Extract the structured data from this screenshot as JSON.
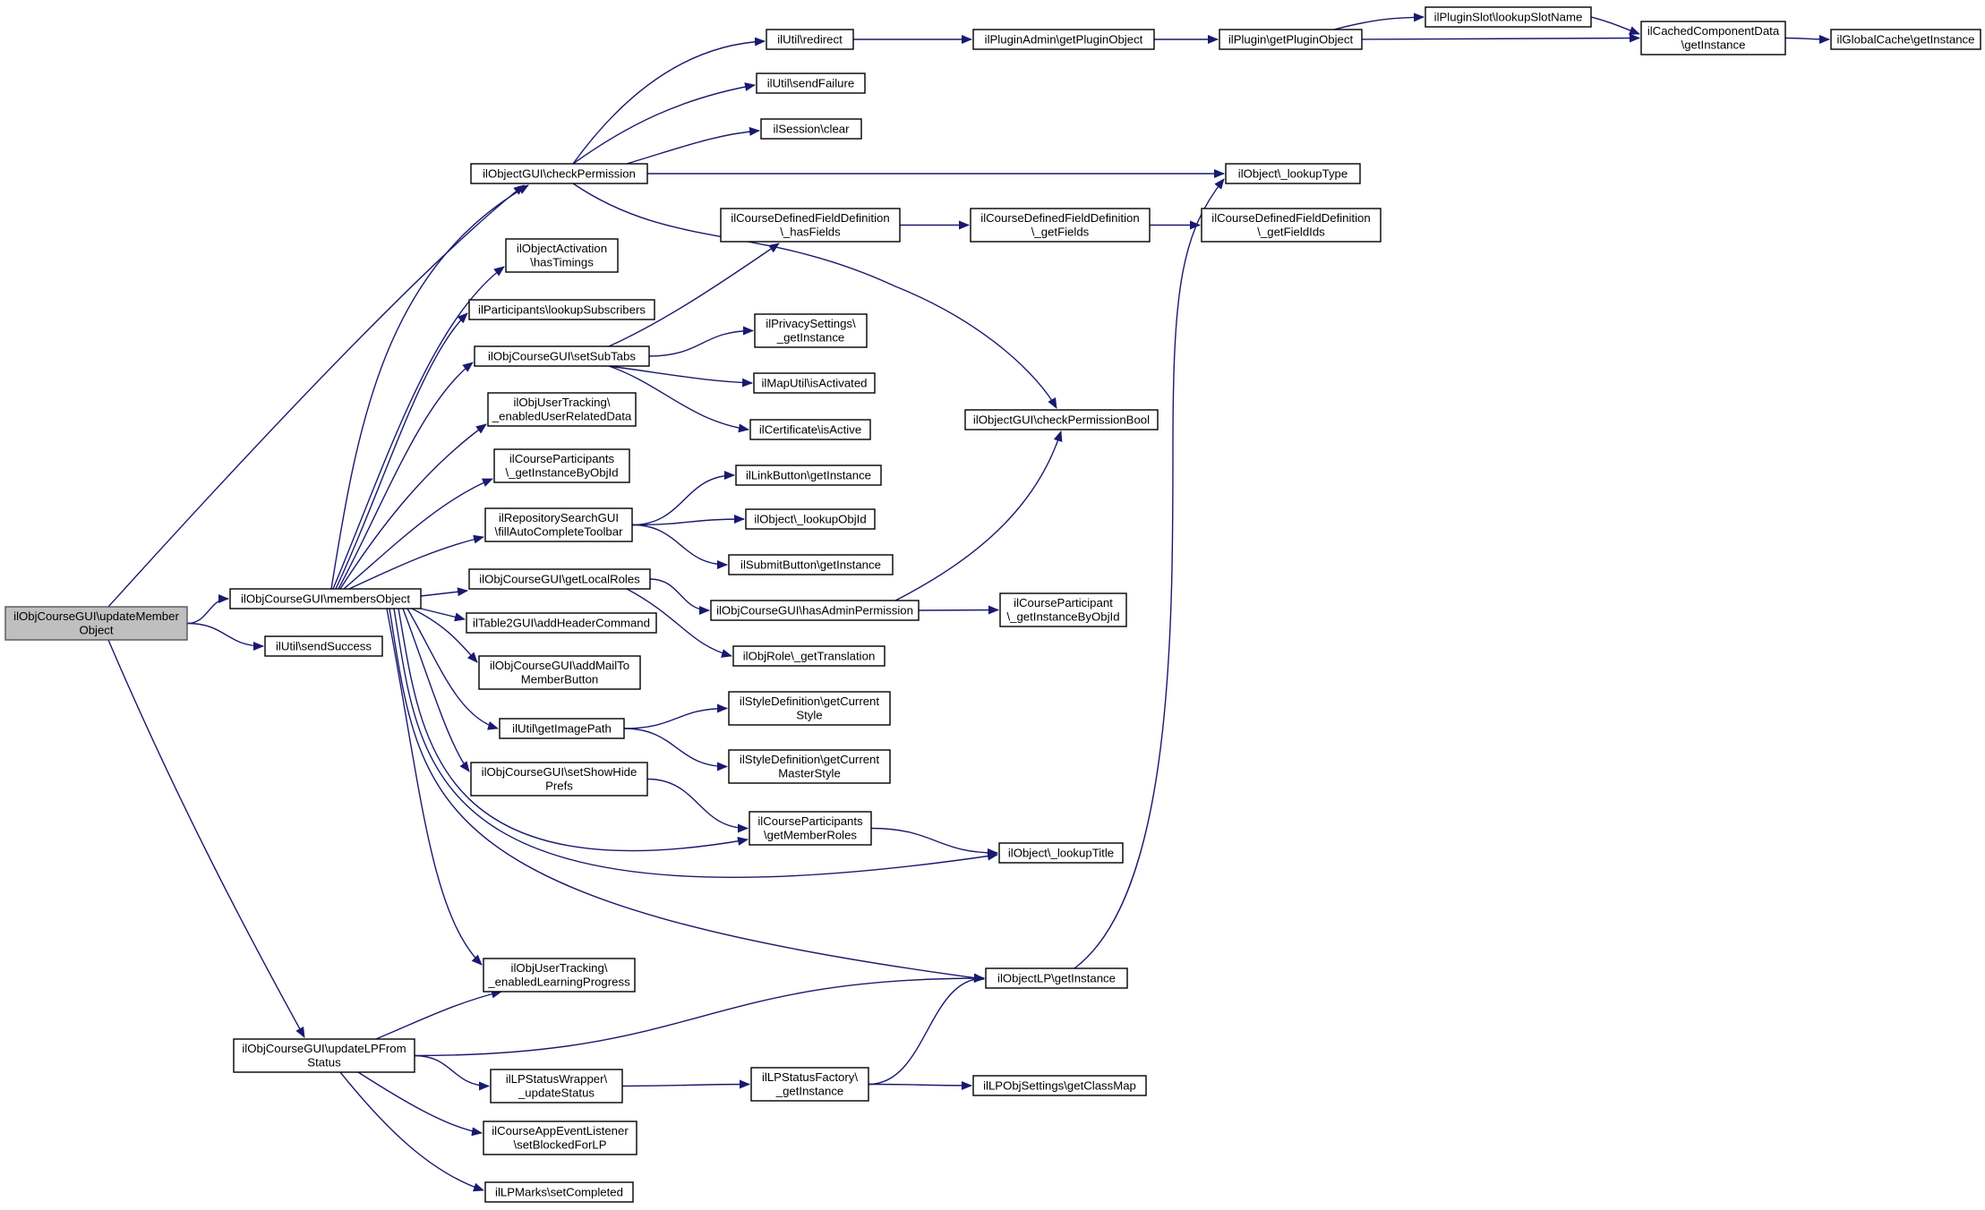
{
  "diagram": {
    "colors": {
      "edge": "#191970",
      "node_border": "#000000",
      "root_fill": "#bfbfbf",
      "background": "#ffffff"
    },
    "nodes": [
      {
        "id": "root",
        "lines": [
          "ilObjCourseGUI\\updateMember",
          "Object"
        ]
      },
      {
        "id": "membersObject",
        "lines": [
          "ilObjCourseGUI\\membersObject"
        ]
      },
      {
        "id": "sendSuccess",
        "lines": [
          "ilUtil\\sendSuccess"
        ]
      },
      {
        "id": "updateLP",
        "lines": [
          "ilObjCourseGUI\\updateLPFrom",
          "Status"
        ]
      },
      {
        "id": "checkPermission",
        "lines": [
          "ilObjectGUI\\checkPermission"
        ]
      },
      {
        "id": "hasTimings",
        "lines": [
          "ilObjectActivation",
          "\\hasTimings"
        ]
      },
      {
        "id": "lookupSubscribers",
        "lines": [
          "ilParticipants\\lookupSubscribers"
        ]
      },
      {
        "id": "setSubTabs",
        "lines": [
          "ilObjCourseGUI\\setSubTabs"
        ]
      },
      {
        "id": "enabledUserRelatedData",
        "lines": [
          "ilObjUserTracking\\",
          "_enabledUserRelatedData"
        ]
      },
      {
        "id": "cpGetInstanceByObjId",
        "lines": [
          "ilCourseParticipants",
          "\\_getInstanceByObjId"
        ]
      },
      {
        "id": "fillAutoComplete",
        "lines": [
          "ilRepositorySearchGUI",
          "\\fillAutoCompleteToolbar"
        ]
      },
      {
        "id": "getLocalRoles",
        "lines": [
          "ilObjCourseGUI\\getLocalRoles"
        ]
      },
      {
        "id": "addHeaderCommand",
        "lines": [
          "ilTable2GUI\\addHeaderCommand"
        ]
      },
      {
        "id": "addMailTo",
        "lines": [
          "ilObjCourseGUI\\addMailTo",
          "MemberButton"
        ]
      },
      {
        "id": "getImagePath",
        "lines": [
          "ilUtil\\getImagePath"
        ]
      },
      {
        "id": "setShowHide",
        "lines": [
          "ilObjCourseGUI\\setShowHide",
          "Prefs"
        ]
      },
      {
        "id": "enabledLearningProgress",
        "lines": [
          "ilObjUserTracking\\",
          "_enabledLearningProgress"
        ]
      },
      {
        "id": "updateStatus",
        "lines": [
          "ilLPStatusWrapper\\",
          "_updateStatus"
        ]
      },
      {
        "id": "setBlockedForLP",
        "lines": [
          "ilCourseAppEventListener",
          "\\setBlockedForLP"
        ]
      },
      {
        "id": "setCompleted",
        "lines": [
          "ilLPMarks\\setCompleted"
        ]
      },
      {
        "id": "redirect",
        "lines": [
          "ilUtil\\redirect"
        ]
      },
      {
        "id": "sendFailure",
        "lines": [
          "ilUtil\\sendFailure"
        ]
      },
      {
        "id": "sessionClear",
        "lines": [
          "ilSession\\clear"
        ]
      },
      {
        "id": "hasFields",
        "lines": [
          "ilCourseDefinedFieldDefinition",
          "\\_hasFields"
        ]
      },
      {
        "id": "privacyGetInstance",
        "lines": [
          "ilPrivacySettings\\",
          "_getInstance"
        ]
      },
      {
        "id": "mapIsActivated",
        "lines": [
          "ilMapUtil\\isActivated"
        ]
      },
      {
        "id": "certIsActive",
        "lines": [
          "ilCertificate\\isActive"
        ]
      },
      {
        "id": "linkButton",
        "lines": [
          "ilLinkButton\\getInstance"
        ]
      },
      {
        "id": "lookupObjId",
        "lines": [
          "ilObject\\_lookupObjId"
        ]
      },
      {
        "id": "submitButton",
        "lines": [
          "ilSubmitButton\\getInstance"
        ]
      },
      {
        "id": "hasAdminPermission",
        "lines": [
          "ilObjCourseGUI\\hasAdminPermission"
        ]
      },
      {
        "id": "getTranslation",
        "lines": [
          "ilObjRole\\_getTranslation"
        ]
      },
      {
        "id": "getCurrentStyle",
        "lines": [
          "ilStyleDefinition\\getCurrent",
          "Style"
        ]
      },
      {
        "id": "getCurrentMasterStyle",
        "lines": [
          "ilStyleDefinition\\getCurrent",
          "MasterStyle"
        ]
      },
      {
        "id": "getMemberRoles",
        "lines": [
          "ilCourseParticipants",
          "\\getMemberRoles"
        ]
      },
      {
        "id": "lpStatusFactory",
        "lines": [
          "ilLPStatusFactory\\",
          "_getInstance"
        ]
      },
      {
        "id": "pluginAdmin",
        "lines": [
          "ilPluginAdmin\\getPluginObject"
        ]
      },
      {
        "id": "getFields",
        "lines": [
          "ilCourseDefinedFieldDefinition",
          "\\_getFields"
        ]
      },
      {
        "id": "checkPermissionBool",
        "lines": [
          "ilObjectGUI\\checkPermissionBool"
        ]
      },
      {
        "id": "coursePartInstance",
        "lines": [
          "ilCourseParticipant",
          "\\_getInstanceByObjId"
        ]
      },
      {
        "id": "lookupTitle",
        "lines": [
          "ilObject\\_lookupTitle"
        ]
      },
      {
        "id": "objectLP",
        "lines": [
          "ilObjectLP\\getInstance"
        ]
      },
      {
        "id": "getClassMap",
        "lines": [
          "ilLPObjSettings\\getClassMap"
        ]
      },
      {
        "id": "pluginGetObj",
        "lines": [
          "ilPlugin\\getPluginObject"
        ]
      },
      {
        "id": "lookupType",
        "lines": [
          "ilObject\\_lookupType"
        ]
      },
      {
        "id": "getFieldIds",
        "lines": [
          "ilCourseDefinedFieldDefinition",
          "\\_getFieldIds"
        ]
      },
      {
        "id": "lookupSlotName",
        "lines": [
          "ilPluginSlot\\lookupSlotName"
        ]
      },
      {
        "id": "cachedComponent",
        "lines": [
          "ilCachedComponentData",
          "\\getInstance"
        ]
      },
      {
        "id": "globalCache",
        "lines": [
          "ilGlobalCache\\getInstance"
        ]
      }
    ],
    "edges": [
      [
        "root",
        "membersObject"
      ],
      [
        "root",
        "sendSuccess"
      ],
      [
        "root",
        "updateLP"
      ],
      [
        "root",
        "checkPermission"
      ],
      [
        "membersObject",
        "checkPermission"
      ],
      [
        "membersObject",
        "hasTimings"
      ],
      [
        "membersObject",
        "lookupSubscribers"
      ],
      [
        "membersObject",
        "setSubTabs"
      ],
      [
        "membersObject",
        "enabledUserRelatedData"
      ],
      [
        "membersObject",
        "cpGetInstanceByObjId"
      ],
      [
        "membersObject",
        "fillAutoComplete"
      ],
      [
        "membersObject",
        "getLocalRoles"
      ],
      [
        "membersObject",
        "addHeaderCommand"
      ],
      [
        "membersObject",
        "addMailTo"
      ],
      [
        "membersObject",
        "getImagePath"
      ],
      [
        "membersObject",
        "setShowHide"
      ],
      [
        "membersObject",
        "getMemberRoles"
      ],
      [
        "membersObject",
        "lookupTitle"
      ],
      [
        "membersObject",
        "objectLP"
      ],
      [
        "membersObject",
        "enabledLearningProgress"
      ],
      [
        "checkPermission",
        "redirect"
      ],
      [
        "checkPermission",
        "sendFailure"
      ],
      [
        "checkPermission",
        "sessionClear"
      ],
      [
        "checkPermission",
        "lookupType"
      ],
      [
        "checkPermission",
        "checkPermissionBool"
      ],
      [
        "setSubTabs",
        "hasFields"
      ],
      [
        "setSubTabs",
        "privacyGetInstance"
      ],
      [
        "setSubTabs",
        "mapIsActivated"
      ],
      [
        "setSubTabs",
        "certIsActive"
      ],
      [
        "fillAutoComplete",
        "linkButton"
      ],
      [
        "fillAutoComplete",
        "lookupObjId"
      ],
      [
        "fillAutoComplete",
        "submitButton"
      ],
      [
        "getLocalRoles",
        "hasAdminPermission"
      ],
      [
        "getLocalRoles",
        "getTranslation"
      ],
      [
        "getImagePath",
        "getCurrentStyle"
      ],
      [
        "getImagePath",
        "getCurrentMasterStyle"
      ],
      [
        "setShowHide",
        "getMemberRoles"
      ],
      [
        "getMemberRoles",
        "lookupTitle"
      ],
      [
        "hasAdminPermission",
        "checkPermissionBool"
      ],
      [
        "hasAdminPermission",
        "coursePartInstance"
      ],
      [
        "updateLP",
        "enabledLearningProgress"
      ],
      [
        "updateLP",
        "objectLP"
      ],
      [
        "updateLP",
        "updateStatus"
      ],
      [
        "updateLP",
        "setBlockedForLP"
      ],
      [
        "updateLP",
        "setCompleted"
      ],
      [
        "updateStatus",
        "lpStatusFactory"
      ],
      [
        "lpStatusFactory",
        "objectLP"
      ],
      [
        "lpStatusFactory",
        "getClassMap"
      ],
      [
        "objectLP",
        "lookupType"
      ],
      [
        "redirect",
        "pluginAdmin"
      ],
      [
        "pluginAdmin",
        "pluginGetObj"
      ],
      [
        "pluginGetObj",
        "lookupSlotName"
      ],
      [
        "pluginGetObj",
        "cachedComponent"
      ],
      [
        "lookupSlotName",
        "cachedComponent"
      ],
      [
        "cachedComponent",
        "globalCache"
      ],
      [
        "hasFields",
        "getFields"
      ],
      [
        "getFields",
        "getFieldIds"
      ]
    ]
  }
}
